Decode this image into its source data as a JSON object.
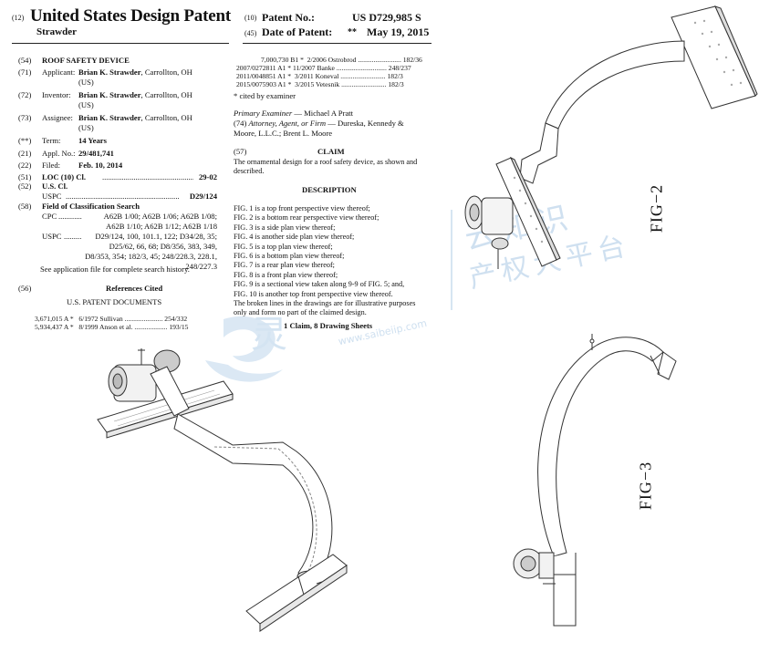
{
  "header": {
    "code12": "(12)",
    "title": "United States Design Patent",
    "inventor": "Strawder",
    "code10": "(10)",
    "patent_no_label": "Patent No.:",
    "patent_no": "US D729,985 S",
    "code45": "(45)",
    "date_label": "Date of Patent:",
    "date_marker": "**",
    "date": "May 19, 2015"
  },
  "fields": {
    "f54": {
      "code": "(54)",
      "value": "ROOF SAFETY DEVICE"
    },
    "f71": {
      "code": "(71)",
      "label": "Applicant:",
      "name": "Brian K. Strawder",
      "rest": ", Carrollton, OH",
      "line2": "(US)"
    },
    "f72": {
      "code": "(72)",
      "label": "Inventor:",
      "name": "Brian K. Strawder",
      "rest": ", Carrollton, OH",
      "line2": "(US)"
    },
    "f73": {
      "code": "(73)",
      "label": "Assignee:",
      "name": "Brian K. Strawder",
      "rest": ", Carrollton, OH",
      "line2": "(US)"
    },
    "fterm": {
      "code": "(**)",
      "label": "Term:",
      "value": "14 Years"
    },
    "f21": {
      "code": "(21)",
      "label": "Appl. No.:",
      "value": "29/481,741"
    },
    "f22": {
      "code": "(22)",
      "label": "Filed:",
      "value": "Feb. 10, 2014"
    },
    "f51": {
      "code": "(51)",
      "label": "LOC (10) Cl.",
      "dots": "...............................................",
      "value": "29-02"
    },
    "f52": {
      "code": "(52)",
      "label": "U.S. Cl.",
      "sub_label": "USPC",
      "dots": "..........................................................",
      "value": "D29/124"
    },
    "f58": {
      "code": "(58)",
      "label": "Field of Classification Search",
      "cpc_label": "CPC",
      "cpc_dots": "............",
      "cpc_lines": [
        "A62B 1/00;  A62B 1/06;  A62B 1/08;",
        "A62B 1/10;  A62B 1/12;  A62B 1/18"
      ],
      "uspc_label": "USPC",
      "uspc_dots": ".........",
      "uspc_lines": [
        "D29/124, 100, 101.1, 122; D34/28, 35;",
        "D25/62, 66, 68; D8/356, 383, 349,",
        "D8/353, 354; 182/3, 45; 248/228.3, 228.1,",
        "248/227.3"
      ],
      "note": "See application file for complete search history."
    },
    "f56": {
      "code": "(56)",
      "label": "References Cited",
      "sub": "U.S. PATENT DOCUMENTS"
    }
  },
  "refs_left": [
    {
      "num": "3,671,015",
      "kind": "A",
      "star": "*",
      "date": "6/1972",
      "name": "Sullivan",
      "dots": "......................",
      "cls": "254/332"
    },
    {
      "num": "5,934,437",
      "kind": "A",
      "star": "*",
      "date": "8/1999",
      "name": "Anson et al.",
      "dots": "...................",
      "cls": "193/15"
    }
  ],
  "refs_right": [
    {
      "num": "7,000,730",
      "kind": "B1",
      "star": "*",
      "date": "2/2006",
      "name": "Ostrobrod",
      "dots": ".........................",
      "cls": "182/36"
    },
    {
      "num": "2007/0272811",
      "kind": "A1",
      "star": "*",
      "date": "11/2007",
      "name": "Banke",
      "dots": ".............................",
      "cls": "248/237"
    },
    {
      "num": "2011/0048851",
      "kind": "A1",
      "star": "*",
      "date": "3/2011",
      "name": "Koneval",
      "dots": "..........................",
      "cls": "182/3"
    },
    {
      "num": "2015/0075903",
      "kind": "A1",
      "star": "*",
      "date": "3/2015",
      "name": "Vetesnik",
      "dots": "..........................",
      "cls": "182/3"
    }
  ],
  "right_col": {
    "cited": "* cited by examiner",
    "examiner_label": "Primary Examiner",
    "examiner": " — Michael A Pratt",
    "attorney_code": "(74)",
    "attorney_label": "Attorney, Agent, or Firm",
    "attorney_line1": " — Dureska, Kennedy &",
    "attorney_line2": "Moore, L.L.C.; Brent L. Moore",
    "claim_code": "(57)",
    "claim_title": "CLAIM",
    "claim_text1": "The ornamental design for a roof safety device, as shown and",
    "claim_text2": "described.",
    "desc_title": "DESCRIPTION",
    "desc_lines": [
      "FIG. 1 is a top front perspective view thereof;",
      "FIG. 2 is a bottom rear perspective view thereof;",
      "FIG. 3 is a side plan view thereof;",
      "FIG. 4 is another side plan view thereof;",
      "FIG. 5 is a top plan view thereof;",
      "FIG. 6 is a bottom plan view thereof;",
      "FIG. 7 is a rear plan view thereof;",
      "FIG. 8 is a front plan view thereof;",
      "FIG. 9 is a sectional view taken along 9-9 of FIG. 5; and,",
      "FIG. 10 is another top front perspective view thereof.",
      "The broken lines in the drawings are for illustrative purposes",
      "only and form no part of the claimed design."
    ],
    "summary": "1 Claim, 8 Drawing Sheets"
  },
  "figures": {
    "fig2_label": "FIG−2",
    "fig3_label": "FIG−3"
  },
  "watermark": {
    "cn_line1": "云知识",
    "cn_line2": "产权大平台",
    "url": "www.saibeiip.com"
  },
  "colors": {
    "ink": "#111111",
    "drawing": "#333333",
    "watermark": "#cfe0f0"
  }
}
